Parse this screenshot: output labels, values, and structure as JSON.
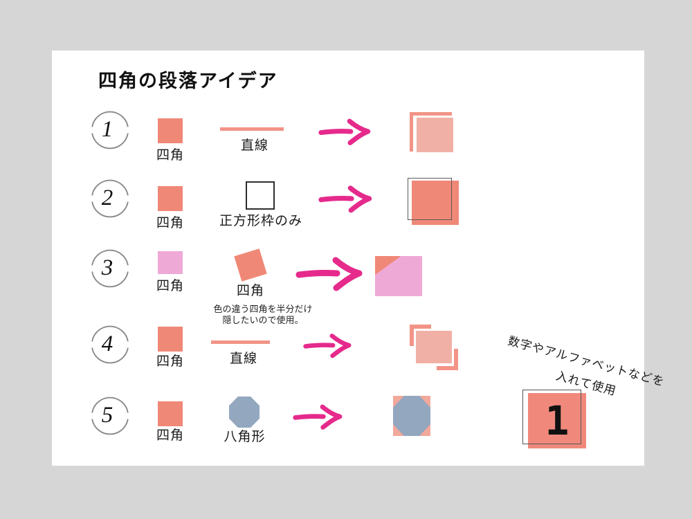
{
  "page": {
    "title": "四角の段落アイデア"
  },
  "rows": [
    {
      "number": "1",
      "left_shape": "square",
      "left_label": "四角",
      "middle_shape": "line",
      "middle_label": "直線",
      "result": "square with top-left corner line bracket"
    },
    {
      "number": "2",
      "left_shape": "square",
      "left_label": "四角",
      "middle_shape": "square-outline",
      "middle_label": "正方形枠のみ",
      "result": "salmon square overlapped by offset outline frame"
    },
    {
      "number": "3",
      "left_shape": "square",
      "left_label": "四角",
      "middle_shape": "rotated-square",
      "middle_label": "四角",
      "middle_note": [
        "色の違う四角を半分だけ",
        "隠したいので使用。"
      ],
      "result": "pink rectangle with salmon corner triangle"
    },
    {
      "number": "4",
      "left_shape": "square",
      "left_label": "四角",
      "middle_shape": "line",
      "middle_label": "直線",
      "result": "square with top-left and bottom-right corner brackets"
    },
    {
      "number": "5",
      "left_shape": "square",
      "left_label": "四角",
      "middle_shape": "octagon",
      "middle_label": "八角形",
      "result": "octagon over salmon square"
    }
  ],
  "note": {
    "line1": "数字やアルファベットなどを",
    "line2": "入れて使用"
  },
  "example": {
    "digit": "1"
  },
  "colors": {
    "background": "#d6d6d6",
    "canvas": "#ffffff",
    "salmon": "#f08878",
    "salmon_light": "#f1b0a5",
    "salmon_line": "#f29487",
    "pink": "#efa9d6",
    "arrow_magenta": "#e52a8c",
    "octagon_blue": "#93a7bf",
    "frame_gray": "#5a5a5a",
    "circle_gray": "#8a8a8a"
  }
}
